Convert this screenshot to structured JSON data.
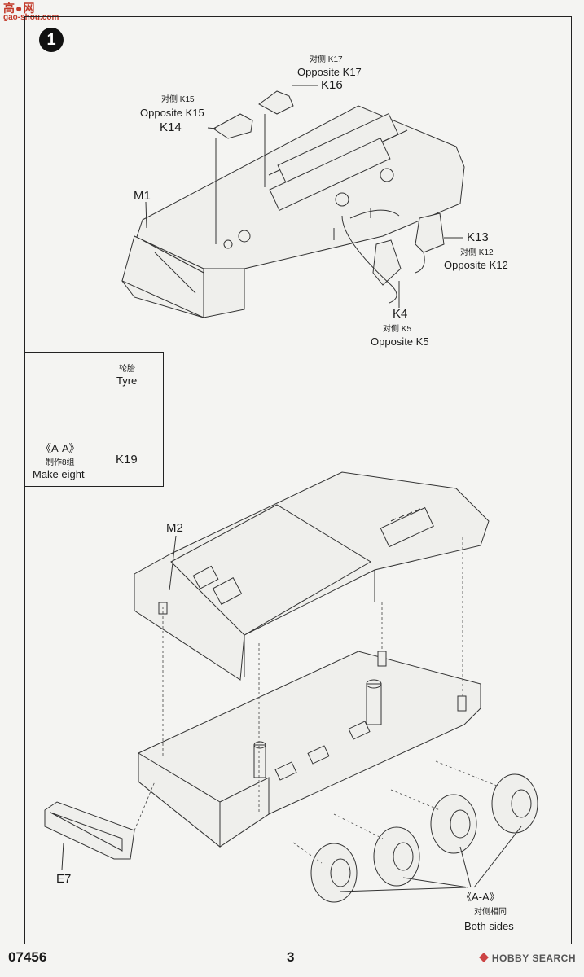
{
  "watermark": {
    "line1": "高●网",
    "line2": "gao-shou.com"
  },
  "step": {
    "number": "1"
  },
  "labels": {
    "k17_cn": "对侧 K17",
    "k17_en": "Opposite K17",
    "k16": "K16",
    "k15_cn": "对侧 K15",
    "k15_en": "Opposite K15",
    "k14": "K14",
    "m1": "M1",
    "k13": "K13",
    "k12_cn": "对侧 K12",
    "k12_en": "Opposite K12",
    "k4": "K4",
    "k5_cn": "对侧 K5",
    "k5_en": "Opposite K5",
    "m2": "M2",
    "e7": "E7",
    "aa_both": "《A-A》",
    "both_cn": "对侧相同",
    "both_en": "Both sides"
  },
  "inset": {
    "tyre_cn": "轮胎",
    "tyre_en": "Tyre",
    "aa": "《A-A》",
    "make_cn": "制作8组",
    "make_en": "Make eight",
    "k19": "K19"
  },
  "footer": {
    "code": "07456",
    "page": "3",
    "brand": "HOBBY SEARCH"
  },
  "colors": {
    "watermark": "#c23a2a",
    "ink": "#1a1a1a",
    "paper": "#f4f4f2"
  }
}
